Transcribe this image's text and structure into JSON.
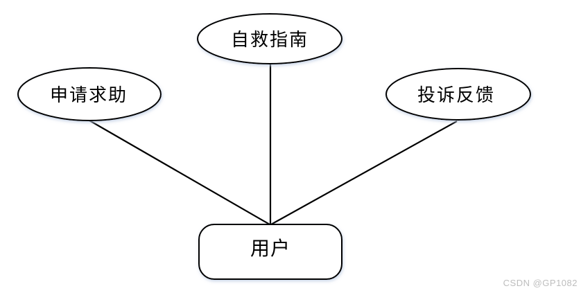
{
  "diagram": {
    "type": "use-case-diagram",
    "background_color": "#ffffff",
    "stroke_color": "#000000",
    "shape_fill_color": "#ffffff",
    "glow_color": "#b9c8e0",
    "nodes": {
      "apply_for_help": {
        "label": "申请求助",
        "shape": "ellipse"
      },
      "self_rescue_guide": {
        "label": "自救指南",
        "shape": "ellipse"
      },
      "complaint_feedback": {
        "label": "投诉反馈",
        "shape": "ellipse"
      },
      "user": {
        "label": "用户",
        "shape": "rounded-rectangle"
      }
    },
    "edges": [
      {
        "from": "apply_for_help",
        "to": "user"
      },
      {
        "from": "self_rescue_guide",
        "to": "user"
      },
      {
        "from": "complaint_feedback",
        "to": "user"
      }
    ]
  },
  "watermark": {
    "text": "CSDN @GP1082",
    "color": "#bdbdbd"
  }
}
